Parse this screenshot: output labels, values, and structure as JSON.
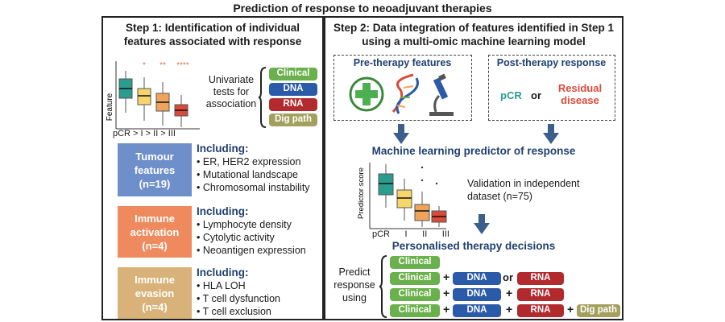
{
  "title": "Prediction of response to neoadjuvant therapies",
  "step1": {
    "heading_line1": "Step 1: Identification of individual",
    "heading_line2": "features associated with response",
    "plot": {
      "ylabel": "Feature",
      "xticks": "pCR > I > II > III",
      "sig": [
        "*",
        "**",
        "****"
      ]
    },
    "univariate": [
      "Univariate",
      "tests for",
      "association"
    ],
    "tags": [
      "Clinical",
      "DNA",
      "RNA",
      "Dig path"
    ],
    "groups": [
      {
        "name": "Tumour features",
        "line1": "Tumour",
        "line2": "features",
        "n": "(n=19)",
        "color": "#6f8fcb",
        "including": "Including:",
        "items": [
          "ER, HER2 expression",
          "Mutational landscape",
          "Chromosomal instability"
        ]
      },
      {
        "name": "Immune activation",
        "line1": "Immune",
        "line2": "activation",
        "n": "(n=4)",
        "color": "#ee8a5e",
        "including": "Including:",
        "items": [
          "Lymphocyte density",
          "Cytolytic activity",
          "Neoantigen expression"
        ]
      },
      {
        "name": "Immune evasion",
        "line1": "Immune",
        "line2": "evasion",
        "n": "(n=4)",
        "color": "#d9b27a",
        "including": "Including:",
        "items": [
          "HLA LOH",
          "T cell dysfunction",
          "T cell exclusion"
        ]
      }
    ]
  },
  "step2": {
    "heading_line1": "Step 2: Data integration of features identified in Step 1",
    "heading_line2": "using a multi-omic machine learning model",
    "pre": "Pre-therapy features",
    "post": "Post-therapy response",
    "pcr": "pCR",
    "or": "or",
    "residual1": "Residual",
    "residual2": "disease",
    "ml_title": "Machine learning predictor of response",
    "plot": {
      "ylabel": "Predictor score",
      "xticks": [
        "pCR",
        "I",
        "II",
        "III"
      ]
    },
    "validation1": "Validation in independent",
    "validation2": "dataset (n=75)",
    "personalised": "Personalised therapy decisions",
    "predict": [
      "Predict",
      "response",
      "using"
    ],
    "clinical": "Clinical",
    "dna": "DNA",
    "rna": "RNA",
    "digpath": "Dig path",
    "plus": "+"
  },
  "colors": {
    "teal": "#2a9d8f",
    "yellow": "#f6d56b",
    "orange": "#f0a35a",
    "red": "#d94a3a",
    "heading_blue": "#1f3f6e",
    "arrow": "#3b5f8a"
  }
}
